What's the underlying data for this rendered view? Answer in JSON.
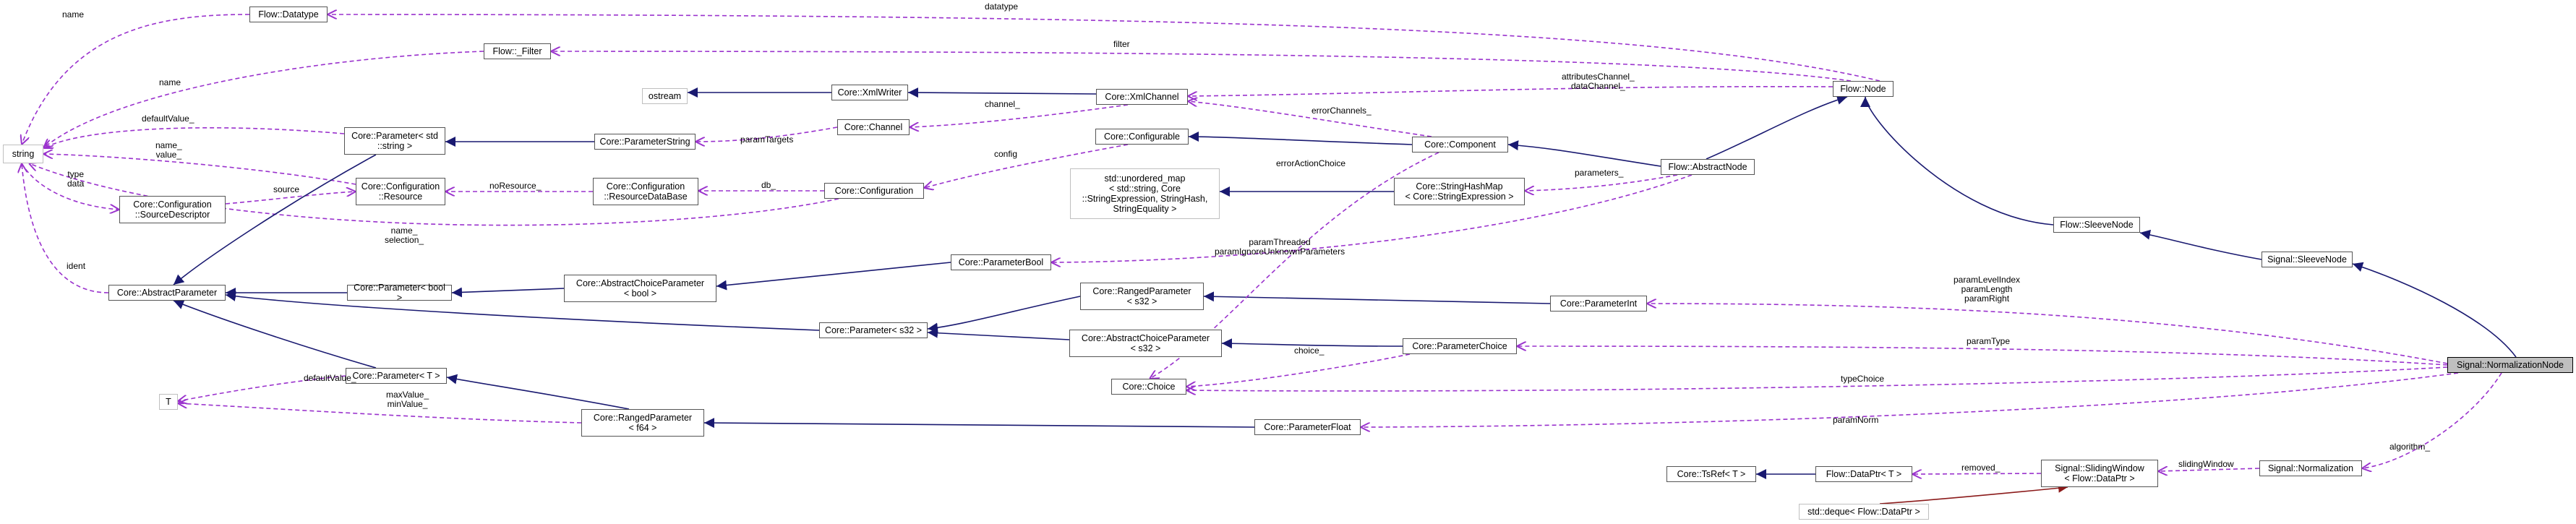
{
  "nodes": {
    "string": "string",
    "flow_datatype": "Flow::Datatype",
    "flow_filter": "Flow::_Filter",
    "ostream": "ostream",
    "core_xmlwriter": "Core::XmlWriter",
    "core_xmlchannel": "Core::XmlChannel",
    "flow_node": "Flow::Node",
    "core_param_std_string": "Core::Parameter< std\n::string >",
    "core_param_string": "Core::ParameterString",
    "core_channel": "Core::Channel",
    "core_configurable": "Core::Configurable",
    "core_component": "Core::Component",
    "flow_abstractnode": "Flow::AbstractNode",
    "core_config_resource": "Core::Configuration\n::Resource",
    "core_config_resdb": "Core::Configuration\n::ResourceDataBase",
    "core_configuration": "Core::Configuration",
    "std_unordered_map": "std::unordered_map\n< std::string, Core\n::StringExpression, StringHash,\nStringEquality >",
    "core_stringhashmap": "Core::StringHashMap\n< Core::StringExpression >",
    "core_config_srcdesc": "Core::Configuration\n::SourceDescriptor",
    "flow_sleevenode": "Flow::SleeveNode",
    "signal_sleevenode": "Signal::SleeveNode",
    "core_param_bool": "Core::ParameterBool",
    "core_abstractparam": "Core::AbstractParameter",
    "core_param_bool_t": "Core::Parameter< bool >",
    "core_abschoice_bool": "Core::AbstractChoiceParameter\n< bool >",
    "core_ranged_s32": "Core::RangedParameter\n< s32 >",
    "core_param_int": "Core::ParameterInt",
    "core_param_s32": "Core::Parameter< s32 >",
    "core_abschoice_s32": "Core::AbstractChoiceParameter\n< s32 >",
    "core_param_choice": "Core::ParameterChoice",
    "core_choice": "Core::Choice",
    "signal_normnode": "Signal::NormalizationNode",
    "core_param_T": "Core::Parameter< T >",
    "T": "T",
    "core_ranged_f64": "Core::RangedParameter\n< f64 >",
    "core_param_float": "Core::ParameterFloat",
    "core_tsref": "Core::TsRef< T >",
    "flow_dataptr": "Flow::DataPtr< T >",
    "signal_slidingwindow": "Signal::SlidingWindow\n< Flow::DataPtr >",
    "signal_normalization": "Signal::Normalization",
    "std_deque": "std::deque< Flow::DataPtr >"
  },
  "edge_labels": {
    "name_datatype": "name",
    "datatype": "datatype",
    "filter": "filter",
    "name_filter": "name",
    "attributes": "attributesChannel_\ndataChannel_",
    "default_value": "defaultValue_",
    "channel": "channel_",
    "param_targets": "paramTargets",
    "error_channels": "errorChannels_",
    "name_value": "name_\nvalue_",
    "source": "source",
    "no_resource": "noResource_",
    "db": "db_",
    "config": "config",
    "parameters": "parameters_",
    "type_data": "type\ndata",
    "error_action": "errorActionChoice",
    "name_selection": "name_\nselection_",
    "ident": "ident",
    "param_threaded": "paramThreaded\nparamIgnoreUnknownParameters",
    "param_level": "paramLevelIndex\nparamLength\nparamRight",
    "choice": "choice_",
    "param_type": "paramType",
    "default_value_T": "defaultValue_",
    "type_choice": "typeChoice",
    "max_min": "maxValue_\nminValue_",
    "param_norm": "paramNorm",
    "removed": "removed_",
    "sliding_window": "slidingWindow",
    "algorithm": "algorithm_"
  },
  "colors": {
    "inheritance": "#191970",
    "usage": "#9a32cd",
    "template": "#8b1a1a",
    "node_border": "#555555",
    "external_border": "#bfbfbf",
    "highlight_fill": "#bfbfbf"
  }
}
